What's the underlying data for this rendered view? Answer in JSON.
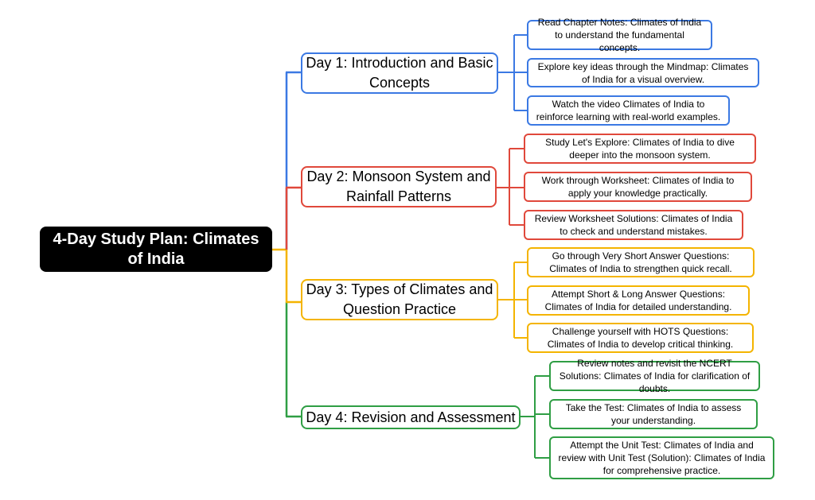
{
  "root": {
    "title": "4-Day Study Plan: Climates of India"
  },
  "colors": {
    "day1": "#3b79e3",
    "day2": "#e0483b",
    "day3": "#f4b400",
    "day4": "#2f9e44"
  },
  "days": [
    {
      "label": "Day 1: Introduction and Basic Concepts",
      "tasks": [
        "Read Chapter Notes: Climates of India to understand the fundamental concepts.",
        "Explore key ideas through the Mindmap: Climates of India for a visual overview.",
        "Watch the video Climates of India to reinforce learning with real-world examples."
      ]
    },
    {
      "label": "Day 2: Monsoon System and Rainfall Patterns",
      "tasks": [
        "Study Let's Explore: Climates of India to dive deeper into the monsoon system.",
        "Work through Worksheet: Climates of India to apply your knowledge practically.",
        "Review Worksheet Solutions: Climates of India to check and understand mistakes."
      ]
    },
    {
      "label": "Day 3: Types of Climates and Question Practice",
      "tasks": [
        "Go through Very Short Answer Questions: Climates of India to strengthen quick recall.",
        "Attempt Short & Long Answer Questions: Climates of India for detailed understanding.",
        "Challenge yourself with HOTS Questions: Climates of India to develop critical thinking."
      ]
    },
    {
      "label": "Day 4: Revision and Assessment",
      "tasks": [
        "Review notes and revisit the NCERT Solutions: Climates of India for clarification of doubts.",
        "Take the Test: Climates of India to assess your understanding.",
        "Attempt the Unit Test: Climates of India and review with Unit Test (Solution): Climates of India for comprehensive practice."
      ]
    }
  ]
}
